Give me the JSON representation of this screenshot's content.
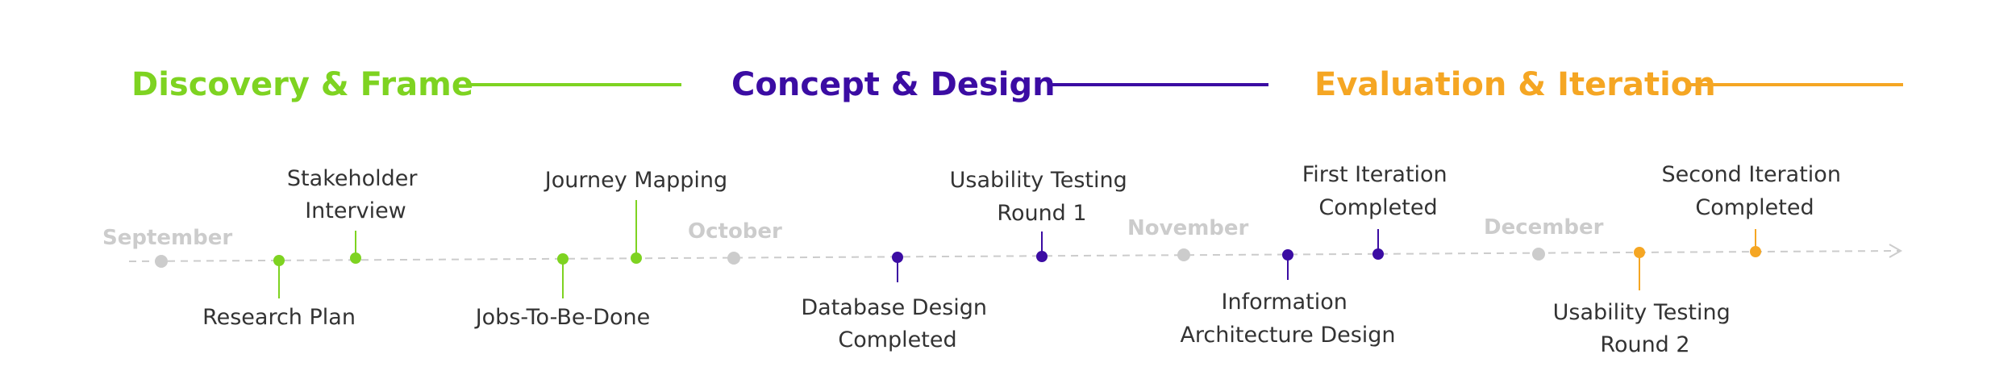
{
  "colors": {
    "discovery": "#7ed321",
    "concept": "#3b0ca3",
    "evaluation": "#f5a623",
    "muted": "#cccccc",
    "text": "#333333"
  },
  "phases": [
    {
      "id": "discovery",
      "title": "Discovery & Frame"
    },
    {
      "id": "concept",
      "title": "Concept & Design"
    },
    {
      "id": "evaluation",
      "title": "Evaluation & Iteration"
    }
  ],
  "months": [
    "September",
    "October",
    "November",
    "December"
  ],
  "events": [
    {
      "id": "research-plan",
      "phase": "discovery",
      "side": "below",
      "lines": [
        "Research Plan"
      ]
    },
    {
      "id": "stakeholder-interview",
      "phase": "discovery",
      "side": "above",
      "lines": [
        "Stakeholder",
        "Interview"
      ]
    },
    {
      "id": "jobs-to-be-done",
      "phase": "discovery",
      "side": "below",
      "lines": [
        "Jobs-To-Be-Done"
      ]
    },
    {
      "id": "journey-mapping",
      "phase": "discovery",
      "side": "above",
      "lines": [
        "Journey Mapping"
      ]
    },
    {
      "id": "database-design",
      "phase": "concept",
      "side": "below",
      "lines": [
        "Database Design",
        "Completed"
      ]
    },
    {
      "id": "usability-testing-1",
      "phase": "concept",
      "side": "above",
      "lines": [
        "Usability Testing",
        "Round 1"
      ]
    },
    {
      "id": "information-architecture",
      "phase": "concept",
      "side": "below",
      "lines": [
        "Information",
        "Architecture Design"
      ]
    },
    {
      "id": "first-iteration",
      "phase": "concept",
      "side": "above",
      "lines": [
        "First Iteration",
        "Completed"
      ]
    },
    {
      "id": "usability-testing-2",
      "phase": "evaluation",
      "side": "below",
      "lines": [
        "Usability Testing",
        "Round 2"
      ]
    },
    {
      "id": "second-iteration",
      "phase": "evaluation",
      "side": "above",
      "lines": [
        "Second Iteration",
        "Completed"
      ]
    }
  ]
}
